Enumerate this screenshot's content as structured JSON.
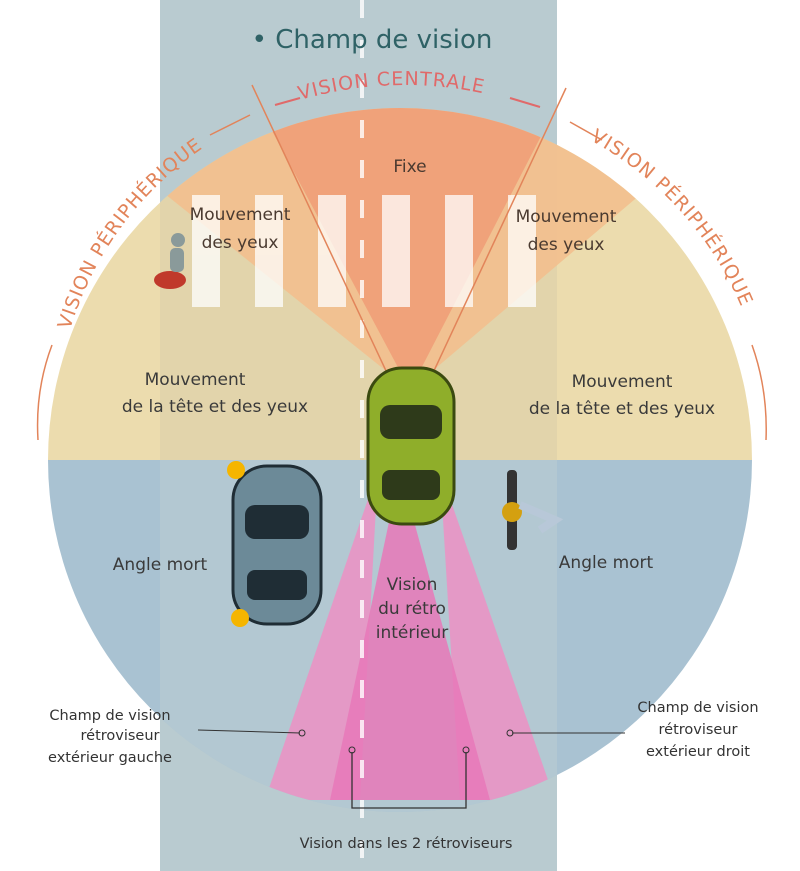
{
  "title": "• Champ de vision",
  "vision_centrale": "VISION CENTRALE",
  "vision_peripherique_left": "VISION PÉRIPHÉRIQUE",
  "vision_peripherique_right": "VISION PÉRIPHÉRIQUE",
  "fixe": "Fixe",
  "eyes_left": [
    "Mouvement",
    "des yeux"
  ],
  "eyes_right": [
    "Mouvement",
    "des yeux"
  ],
  "head_left": [
    "Mouvement",
    "de la tête et des yeux"
  ],
  "head_right": [
    "Mouvement",
    "de la tête et des yeux"
  ],
  "blind_left": "Angle mort",
  "blind_right": "Angle mort",
  "retro_interieur": [
    "Vision",
    "du rétro",
    "intérieur"
  ],
  "mirror_left": [
    "Champ de vision",
    "rétroviseur",
    "extérieur gauche"
  ],
  "mirror_right": [
    "Champ de vision",
    "rétroviseur",
    "extérieur droit"
  ],
  "both_mirrors": "Vision dans les 2 rétroviseurs",
  "colors": {
    "road": "#b9cbd0",
    "upper": "#ecdcae",
    "lower": "#a9c2d2",
    "central": "#f0a27a",
    "eyes": "#f3bd8c",
    "pink": "#e878b8",
    "accent": "#e2845a"
  }
}
